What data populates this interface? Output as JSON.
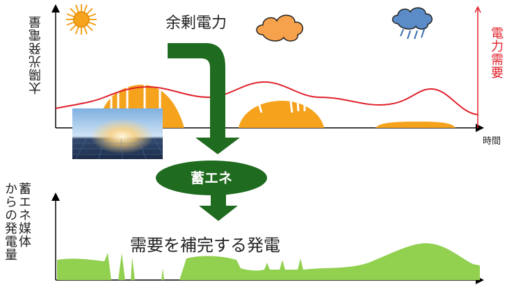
{
  "top_chart": {
    "y_axis_label": "太陽光発電量",
    "y2_axis_label": "電力需要",
    "x_axis_label": "時間"
  },
  "surplus_label": "余剰電力",
  "storage_label": "蓄エネ",
  "bottom_chart": {
    "y_axis_label_lines": [
      "蓄エネ媒体",
      "からの発電量"
    ],
    "caption": "需要を補完する発電"
  },
  "colors": {
    "solar_fill": "#f5a21c",
    "demand_line": "#e0202a",
    "arrow": "#1f6b1f",
    "supply_fill": "#92d050"
  },
  "icons": [
    "sun-icon",
    "cloud-icon",
    "storm-cloud-icon",
    "solar-panel-photo"
  ]
}
